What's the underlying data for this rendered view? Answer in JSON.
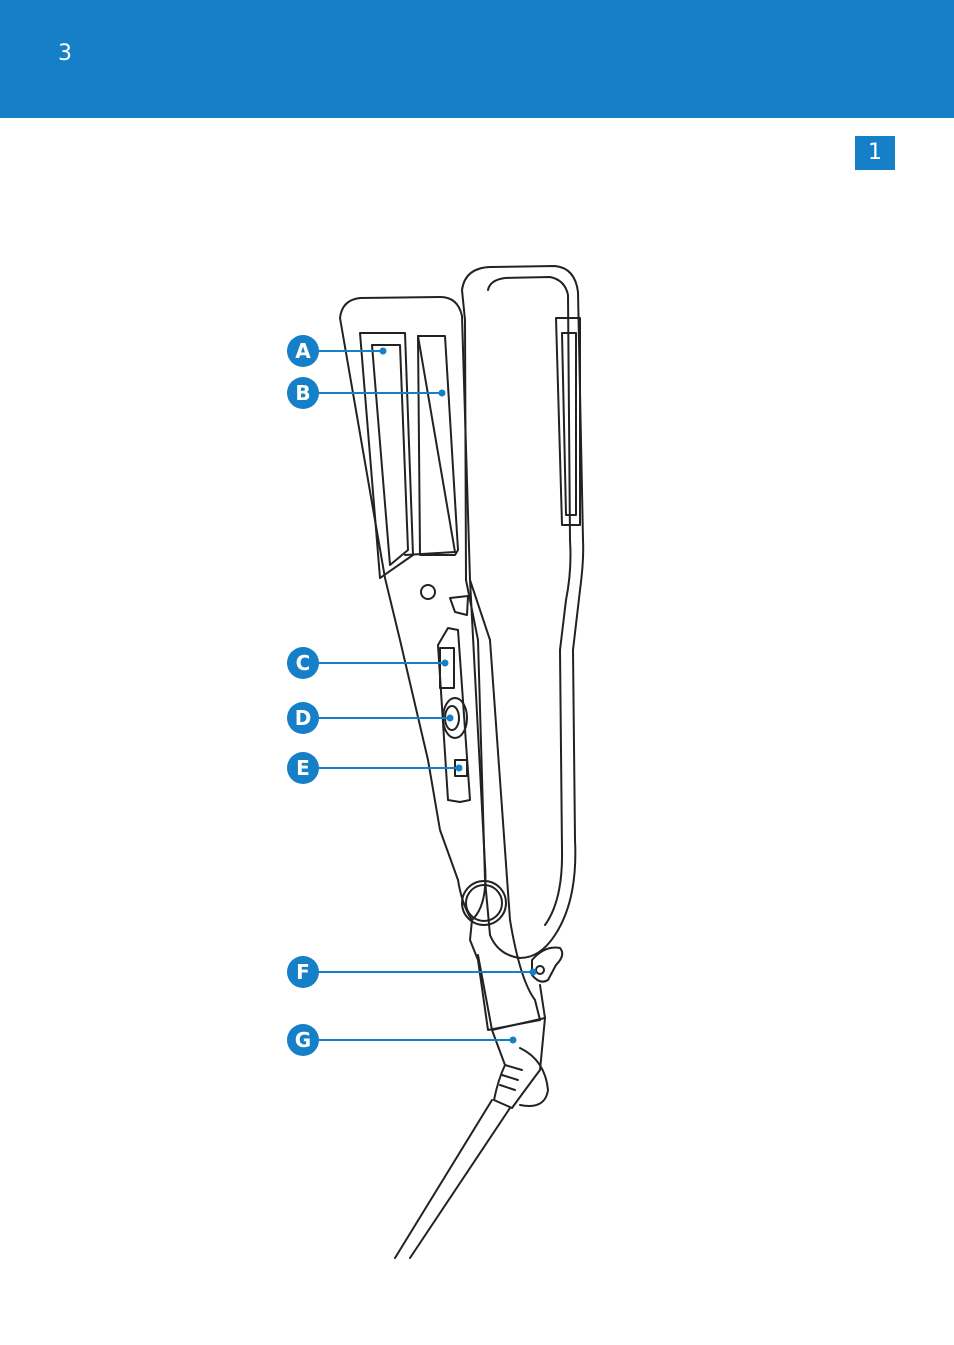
{
  "header": {
    "page_number": "3",
    "band_color": "#1580c8"
  },
  "figure": {
    "number": "1"
  },
  "callouts": [
    {
      "letter": "A"
    },
    {
      "letter": "B"
    },
    {
      "letter": "C"
    },
    {
      "letter": "D"
    },
    {
      "letter": "E"
    },
    {
      "letter": "F"
    },
    {
      "letter": "G"
    }
  ],
  "colors": {
    "accent": "#1580c8",
    "line": "#222222"
  }
}
